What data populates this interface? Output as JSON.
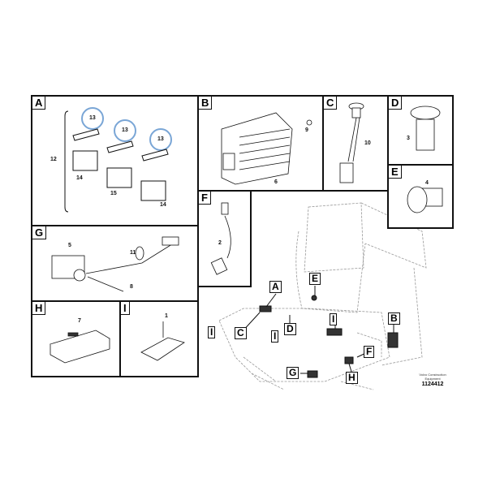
{
  "panels": {
    "A": {
      "label": "A",
      "callouts": [
        "13",
        "13",
        "13",
        "12",
        "14",
        "15",
        "14"
      ]
    },
    "B": {
      "label": "B",
      "callouts": [
        "9",
        "6"
      ]
    },
    "C": {
      "label": "C",
      "callouts": [
        "10"
      ]
    },
    "D": {
      "label": "D",
      "callouts": [
        "3"
      ]
    },
    "E": {
      "label": "E",
      "callouts": [
        "4"
      ]
    },
    "F": {
      "label": "F",
      "callouts": [
        "2"
      ]
    },
    "G": {
      "label": "G",
      "callouts": [
        "5",
        "11",
        "8"
      ]
    },
    "H": {
      "label": "H",
      "callouts": [
        "7"
      ]
    },
    "I": {
      "label": "I",
      "callouts": [
        "1"
      ]
    }
  },
  "overview_tags": [
    "A",
    "E",
    "B",
    "I",
    "I",
    "D",
    "C",
    "I",
    "F",
    "G",
    "H"
  ],
  "footer": {
    "brand": "Volvo Construction Equipment",
    "number": "1124412"
  },
  "colors": {
    "highlight_circle": "#7aa6d6",
    "line": "#111111"
  }
}
